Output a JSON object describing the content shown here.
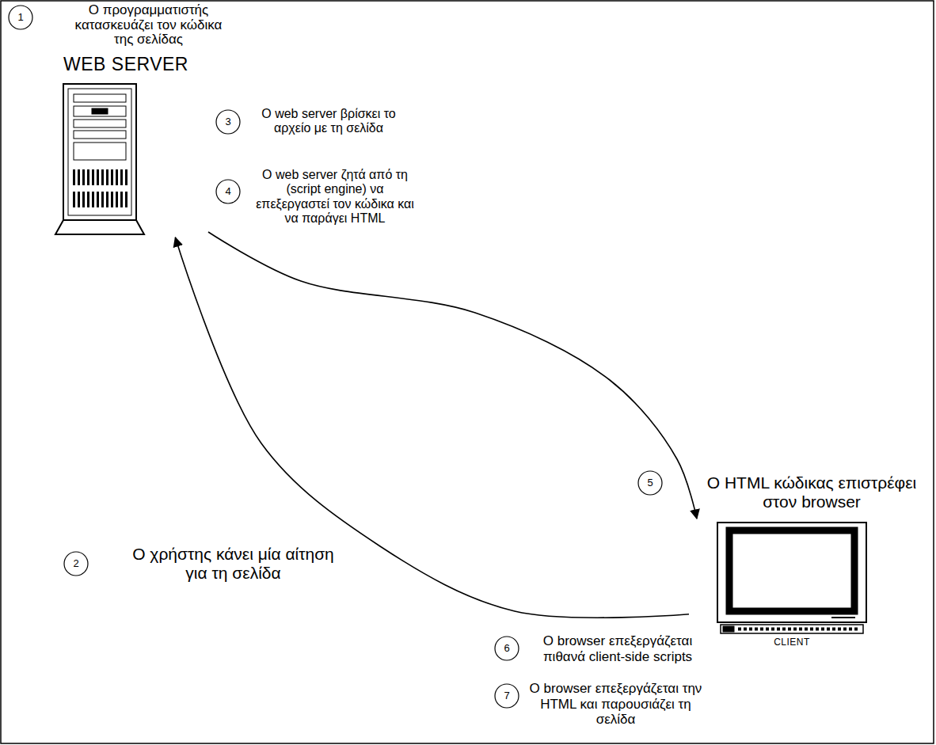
{
  "diagram": {
    "nodes": [
      {
        "text": [
          "1"
        ]
      },
      {
        "text": [
          "WEB SERVER"
        ]
      },
      {
        "text": [
          "3"
        ]
      },
      {
        "text": [
          "4"
        ]
      },
      {
        "text": [
          "5"
        ]
      },
      {
        "text": [
          "2"
        ]
      },
      {
        "text": [
          "6"
        ]
      },
      {
        "text": [
          "7"
        ]
      },
      {
        "text": [
          "CLIENT"
        ]
      }
    ],
    "edges": [
      {
        "from": 1,
        "to": 8,
        "arrow": "to"
      },
      {
        "from": 8,
        "to": 1,
        "arrow": "to"
      }
    ],
    "labels": [
      "Ο προγραμματιστής κατασκευάζει τον κώδικα της σελίδας",
      "Ο web server βρίσκει το αρχείο με τη σελίδα",
      "Ο web server ζητά από τη (script engine) να επεξεργαστεί τον κώδικα και να παράγει HTML",
      "Ο HTML κώδικας επιστρέφει στον browser",
      "Ο χρήστης κάνει μία αίτηση για τη σελίδα",
      "Ο browser επεξεργάζεται πιθανά client-side scripts",
      "Ο browser επεξεργάζεται την HTML και παρουσιάζει τη σελίδα"
    ]
  }
}
